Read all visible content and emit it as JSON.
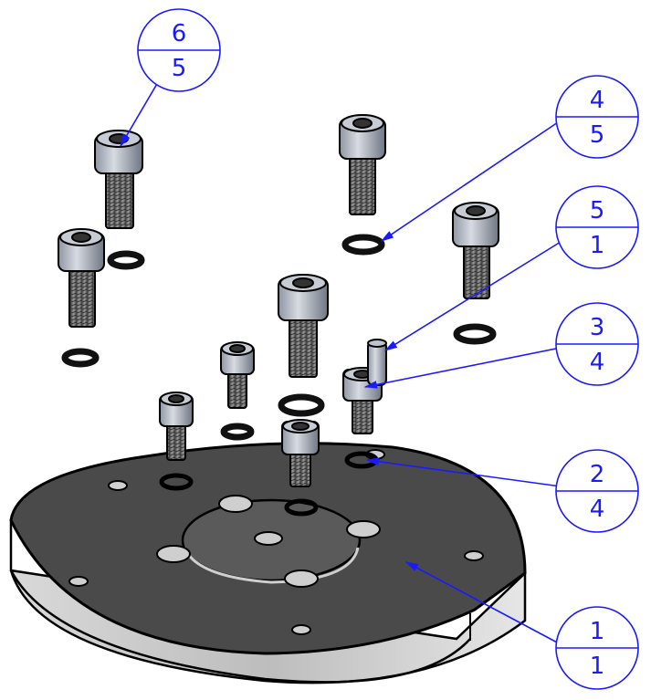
{
  "drawing": {
    "line_color": "#1a1aff",
    "part_color": "#4a4a4a",
    "washer_color": "#111111"
  },
  "balloons": [
    {
      "item": "6",
      "qty": "5"
    },
    {
      "item": "4",
      "qty": "5"
    },
    {
      "item": "5",
      "qty": "1"
    },
    {
      "item": "3",
      "qty": "4"
    },
    {
      "item": "2",
      "qty": "4"
    },
    {
      "item": "1",
      "qty": "1"
    }
  ]
}
